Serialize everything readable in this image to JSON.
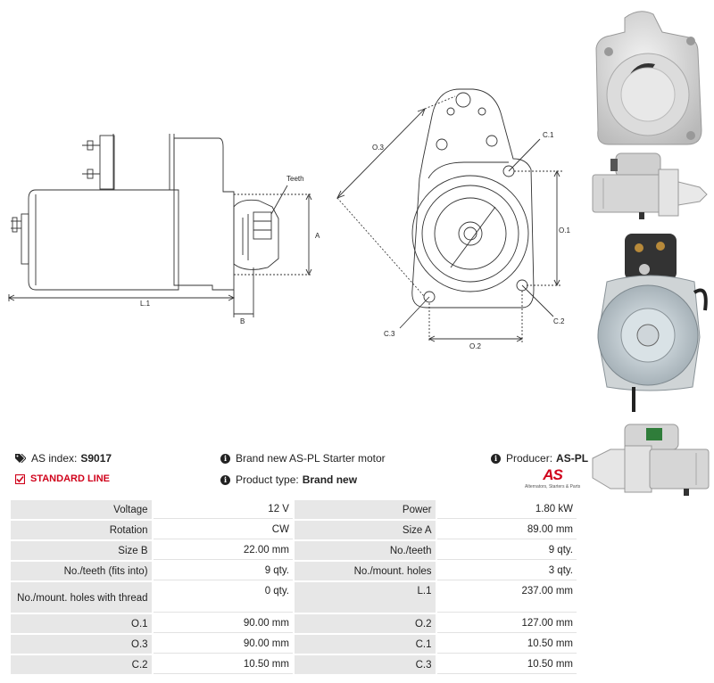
{
  "drawing_labels": {
    "teeth": "Teeth",
    "a": "A",
    "b": "B",
    "l1": "L.1",
    "o1": "O.1",
    "o2": "O.2",
    "o3": "O.3",
    "c1": "C.1",
    "c2": "C.2",
    "c3": "C.3"
  },
  "info": {
    "as_index_label": "AS index:",
    "as_index_value": "S9017",
    "standard_line": "STANDARD LINE",
    "description": "Brand new AS-PL Starter motor",
    "product_type_label": "Product type:",
    "product_type_value": "Brand new",
    "producer_label": "Producer:",
    "producer_value": "AS-PL"
  },
  "logo": {
    "mark": "AS",
    "tagline": "Alternators, Starters & Parts"
  },
  "colors": {
    "accent_red": "#d0021b",
    "label_cell_bg": "#e7e7e7"
  },
  "specs": [
    [
      "Voltage",
      "12 V",
      "Power",
      "1.80 kW"
    ],
    [
      "Rotation",
      "CW",
      "Size A",
      "89.00 mm"
    ],
    [
      "Size B",
      "22.00 mm",
      "No./teeth",
      "9 qty."
    ],
    [
      "No./teeth (fits into)",
      "9 qty.",
      "No./mount. holes",
      "3 qty."
    ],
    [
      "No./mount. holes with thread",
      "0 qty.",
      "L.1",
      "237.00 mm"
    ],
    [
      "O.1",
      "90.00 mm",
      "O.2",
      "127.00 mm"
    ],
    [
      "O.3",
      "90.00 mm",
      "C.1",
      "10.50 mm"
    ],
    [
      "C.2",
      "10.50 mm",
      "C.3",
      "10.50 mm"
    ]
  ]
}
